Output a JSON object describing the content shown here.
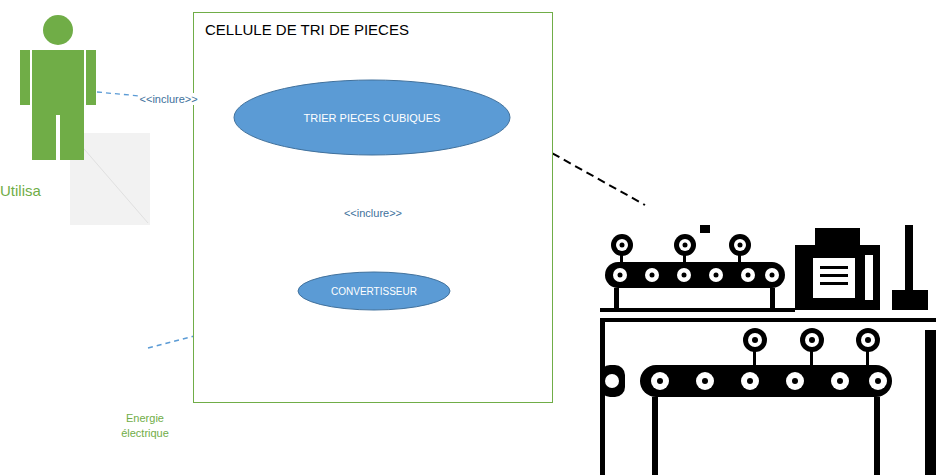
{
  "diagram": {
    "nodes": [
      {
        "text": [
          "Utilisa"
        ]
      },
      {
        "text": [
          "CELLULE DE TRI DE PIECES"
        ]
      },
      {
        "text": [
          "TRIER PIECES CUBIQUES"
        ],
        "in": 1
      },
      {
        "text": [
          "CONVERTISSEUR"
        ],
        "in": 1
      }
    ],
    "edges": [
      {
        "from": 0,
        "to": 2,
        "label": "<<inclure>>",
        "arrow": "to"
      },
      {
        "from": 2,
        "to": 3,
        "label": "<<inclure>>",
        "arrow": "both"
      }
    ],
    "labels": [
      "Energie électrique"
    ]
  }
}
